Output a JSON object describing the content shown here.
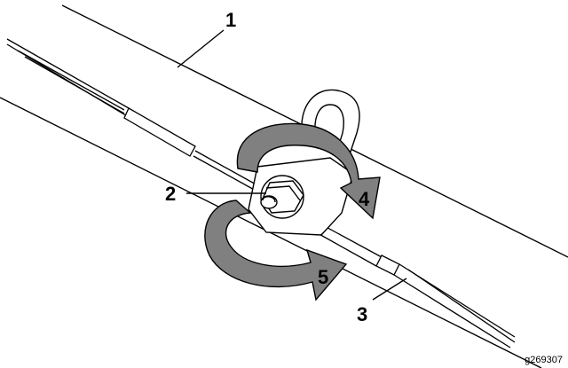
{
  "callouts": [
    "1",
    "2",
    "3"
  ],
  "arrows": [
    "4",
    "5"
  ],
  "figure_code": "g269307",
  "colors": {
    "line": "#000000",
    "arrow_fill": "#808080",
    "background": "#ffffff"
  }
}
